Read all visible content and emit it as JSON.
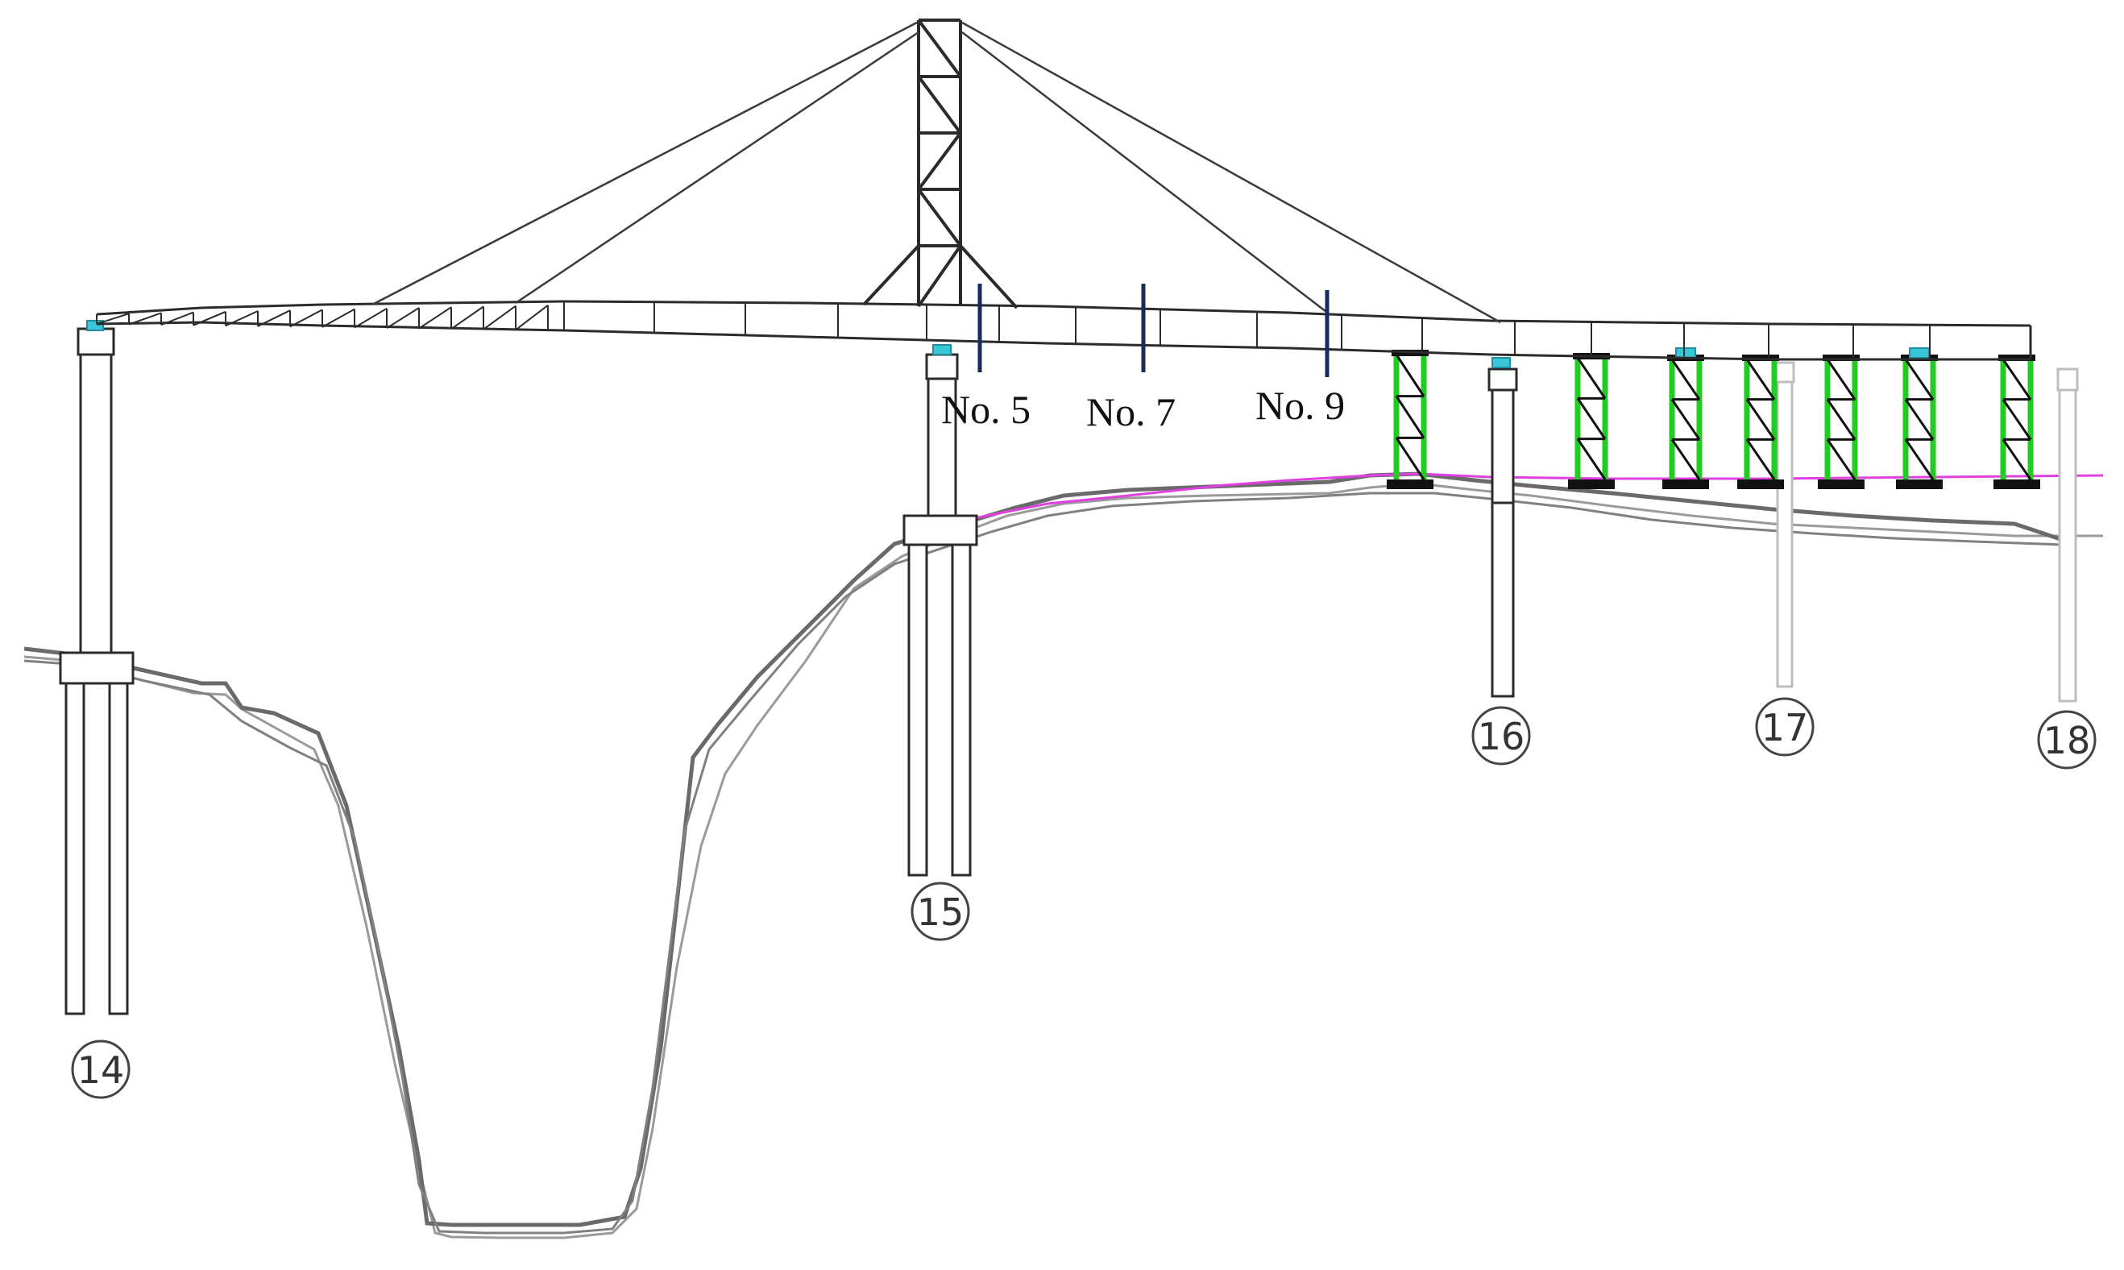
{
  "diagram": {
    "piers": [
      {
        "id": "pier-14",
        "label": "14"
      },
      {
        "id": "pier-15",
        "label": "15"
      },
      {
        "id": "pier-16",
        "label": "16"
      },
      {
        "id": "pier-17",
        "label": "17"
      },
      {
        "id": "pier-18",
        "label": "18"
      }
    ],
    "sections": [
      {
        "id": "section-no5",
        "label": "No. 5"
      },
      {
        "id": "section-no7",
        "label": "No. 7"
      },
      {
        "id": "section-no9",
        "label": "No. 9"
      }
    ],
    "colors": {
      "structure": "#2b2b2b",
      "temporary_support": "#22cc22",
      "support_base": "#111111",
      "bearing": "#39c6d8",
      "section_marker": "#1a2a5a",
      "water_level": "#e040e0",
      "terrain_dark": "#666666",
      "terrain_light": "#aaaaaa",
      "faded_pier": "#bdbdbd"
    }
  }
}
